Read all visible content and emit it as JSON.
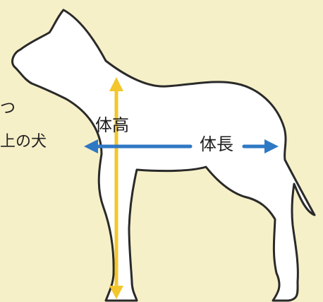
{
  "labels": {
    "height": "体高",
    "length": "体長"
  },
  "edge_text": {
    "line1": "つ",
    "line2": "上の犬"
  },
  "colors": {
    "background": "#f6f0c8",
    "dog_fill": "#ffffff",
    "dog_outline": "#2a2a2a",
    "height_arrow": "#f2c62c",
    "length_arrow": "#2f78c4",
    "text": "#1e1e1e"
  }
}
